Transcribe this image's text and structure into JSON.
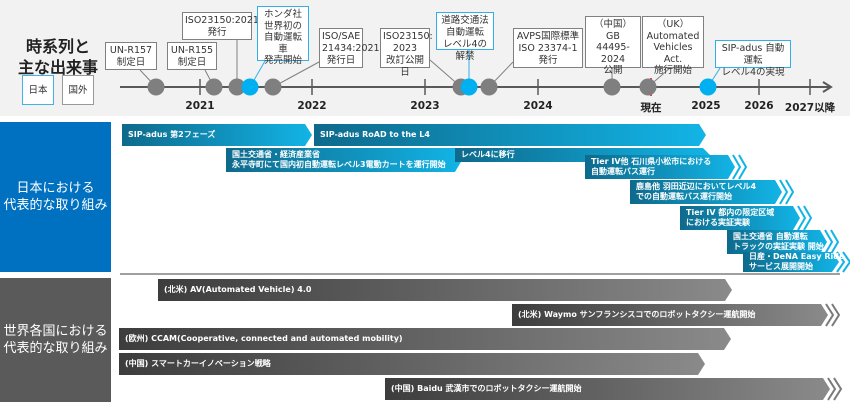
{
  "header": {
    "title": "時系列と\n主な出来事",
    "legend": {
      "japan": "日本",
      "world": "国外"
    },
    "colors": {
      "japan": "#00b0f0",
      "world": "#7f7f7f",
      "now_marker": "#ff3b3b",
      "axis": "#595959"
    }
  },
  "timeline": {
    "years": [
      {
        "label": "2021"
      },
      {
        "label": "2022"
      },
      {
        "label": "2023"
      },
      {
        "label": "2024"
      },
      {
        "label": "現在",
        "is_now": true
      },
      {
        "label": "2025"
      },
      {
        "label": "2026"
      },
      {
        "label": "2027以降"
      }
    ],
    "events": [
      {
        "label": "UN-R157\n制定日",
        "type": "world"
      },
      {
        "label": "UN-R155\n制定日",
        "type": "world"
      },
      {
        "label": "ISO23150:2021\n発行",
        "type": "world"
      },
      {
        "label": "ホンダ社\n世界初の\n自動運転車\n発売開始",
        "type": "japan"
      },
      {
        "label": "ISO/SAE\n21434:2021\n発行日",
        "type": "world"
      },
      {
        "label": "ISO23150:\n2023\n改訂公開日",
        "type": "world"
      },
      {
        "label": "道路交通法\n自動運転\nレベル4の解禁",
        "type": "japan"
      },
      {
        "label": "AVPS国際標準\nISO 23374-1\n発行",
        "type": "world"
      },
      {
        "label": "（中国）\nGB 44495-\n2024\n公開",
        "type": "world"
      },
      {
        "label": "（UK）\nAutomated\nVehicles Act.\n施行開始",
        "type": "world"
      },
      {
        "label": "SIP-adus 自動運転\nレベル4の実現",
        "type": "japan"
      }
    ]
  },
  "lanes": {
    "japan": {
      "label": "日本における\n代表的な取り組み",
      "bars": [
        {
          "label": "SIP-adus 第2フェーズ",
          "end": "arrow"
        },
        {
          "label": "SIP-adus RoAD to the L4",
          "end": "arrow"
        },
        {
          "label": "国土交通省・経済産業省\n永平寺町にて国内初自動運転レベル3電動カートを運行開始",
          "end": "arrow"
        },
        {
          "label": "レベル4に移行",
          "end": "arrow"
        },
        {
          "label": "Tier IV他 石川県小松市における\n自動運転バス運行",
          "end": "continuing"
        },
        {
          "label": "鹿島他 羽田近辺においてレベル4\nでの自動運転バス運行開始",
          "end": "continuing"
        },
        {
          "label": "Tier IV 都内の限定区域\nにおける実証実験",
          "end": "continuing"
        },
        {
          "label": "国土交通省 自動運転\nトラックの実証実験 開始",
          "end": "continuing"
        },
        {
          "label": "日産・DeNA Easy Ride\nサービス展開開始",
          "end": "continuing"
        }
      ]
    },
    "world": {
      "label": "世界各国における\n代表的な取り組み",
      "bars": [
        {
          "label": "(北米) AV(Automated Vehicle) 4.0",
          "end": "arrow"
        },
        {
          "label": "(北米) Waymo サンフランシスコでのロボットタクシー運航開始",
          "end": "continuing"
        },
        {
          "label": "(欧州) CCAM(Cooperative, connected and automated mobility)",
          "end": "arrow"
        },
        {
          "label": "(中国) スマートカーイノベーション戦略",
          "end": "arrow"
        },
        {
          "label": "(中国) Baidu 武漢市でのロボットタクシー運航開始",
          "end": "continuing"
        }
      ]
    }
  }
}
